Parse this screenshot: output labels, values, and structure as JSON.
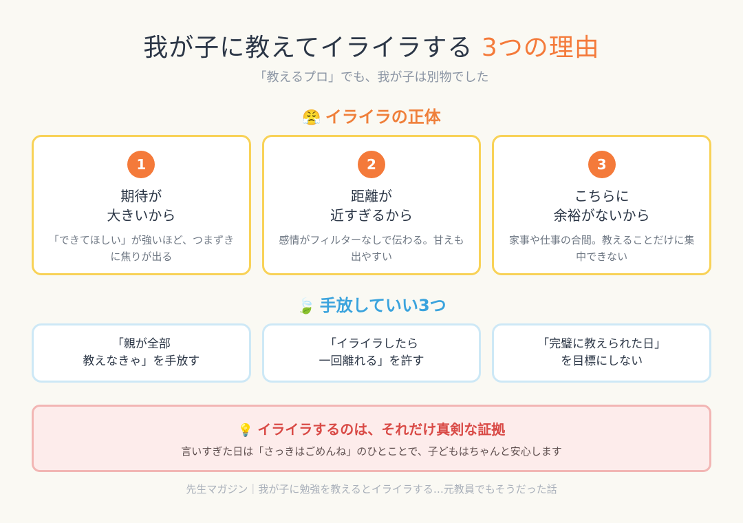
{
  "title": {
    "main": "我が子に教えてイライラする ",
    "accent": "3つの理由"
  },
  "subtitle": "「教えるプロ」でも、我が子は別物でした",
  "section1": {
    "icon": "frustrated-face-icon",
    "emoji": "😤",
    "label": "イライラの正体"
  },
  "cards": [
    {
      "num": "1",
      "title": "期待が\n大きいから",
      "desc": "「できてほしい」が強いほど、つまずきに焦りが出る"
    },
    {
      "num": "2",
      "title": "距離が\n近すぎるから",
      "desc": "感情がフィルターなしで伝わる。甘えも出やすい"
    },
    {
      "num": "3",
      "title": "こちらに\n余裕がないから",
      "desc": "家事や仕事の合間。教えることだけに集中できない"
    }
  ],
  "section2": {
    "icon": "leaf-icon",
    "emoji": "🍃",
    "label": "手放していい3つ"
  },
  "lets": [
    "「親が全部\n教えなきゃ」を手放す",
    "「イライラしたら\n一回離れる」を許す",
    "「完璧に教えられた日」\nを目標にしない"
  ],
  "callout": {
    "icon": "lightbulb-icon",
    "emoji": "💡",
    "title": "イライラするのは、それだけ真剣な証拠",
    "text": "言いすぎた日は「さっきはごめんね」のひとことで、子どもはちゃんと安心します"
  },
  "footer": "先生マガジン｜我が子に勉強を教えるとイライラする…元教員でもそうだった話",
  "colors": {
    "accent": "#f47a3a",
    "card_border": "#f8d257",
    "let_border": "#cde8f6",
    "callout_bg": "#fdeceb",
    "callout_title": "#d94a46",
    "section2": "#3aa3dd"
  }
}
